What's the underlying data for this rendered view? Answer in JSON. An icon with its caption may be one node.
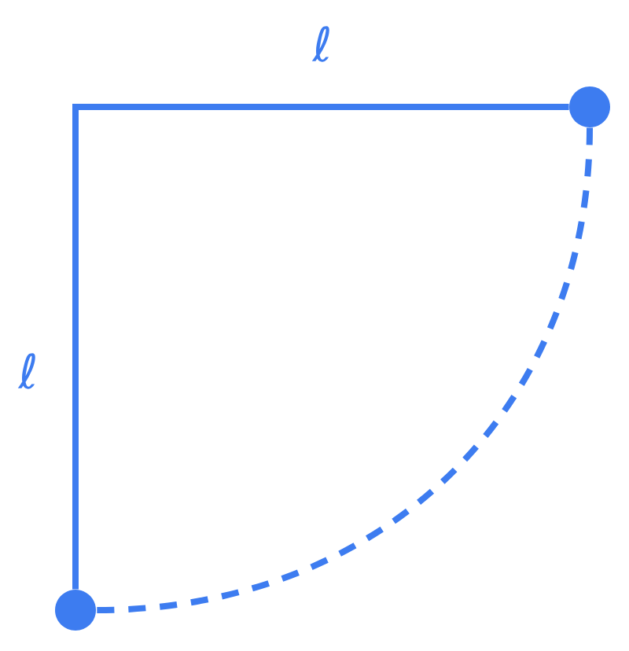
{
  "diagram": {
    "nodes": [
      {
        "text": [],
        "shape": "circle"
      },
      {
        "text": [],
        "shape": "circle"
      }
    ],
    "edges": [
      {
        "from": 0,
        "to": 1,
        "arrow": "none"
      },
      {
        "from": 0,
        "to": 1,
        "arrow": "none",
        "style": "dashed"
      }
    ],
    "labels": [
      "ℓ",
      "ℓ"
    ]
  }
}
